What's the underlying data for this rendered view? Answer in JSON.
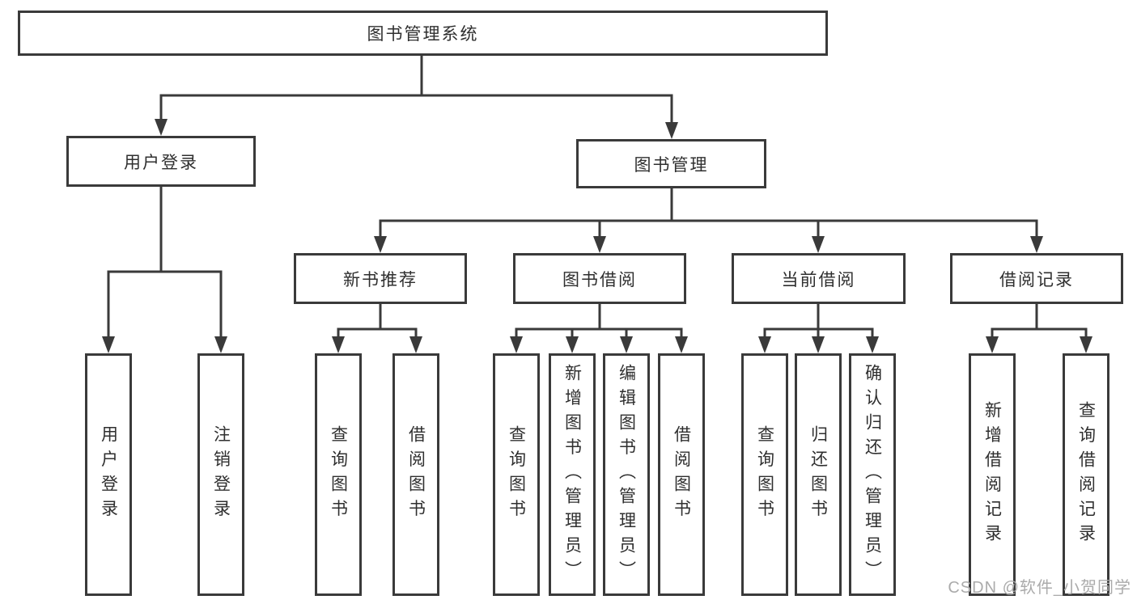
{
  "nodes": {
    "root": {
      "label": "图书管理系统"
    },
    "user_login": {
      "label": "用户登录"
    },
    "book_mgmt": {
      "label": "图书管理"
    },
    "new_book_rec": {
      "label": "新书推荐"
    },
    "book_borrow": {
      "label": "图书借阅"
    },
    "current_borrow": {
      "label": "当前借阅"
    },
    "borrow_record": {
      "label": "借阅记录"
    },
    "leaf_login": {
      "label": "用户登录"
    },
    "leaf_logout": {
      "label": "注销登录"
    },
    "leaf_rec_query": {
      "label": "查询图书"
    },
    "leaf_rec_borrow": {
      "label": "借阅图书"
    },
    "leaf_bb_query": {
      "label": "查询图书"
    },
    "leaf_bb_add": {
      "label": "新增图书（管理员）"
    },
    "leaf_bb_edit": {
      "label": "编辑图书（管理员）"
    },
    "leaf_bb_borrow": {
      "label": "借阅图书"
    },
    "leaf_cb_query": {
      "label": "查询图书"
    },
    "leaf_cb_return": {
      "label": "归还图书"
    },
    "leaf_cb_confirm": {
      "label": "确认归还（管理员）"
    },
    "leaf_br_add": {
      "label": "新增借阅记录"
    },
    "leaf_br_query": {
      "label": "查询借阅记录"
    }
  },
  "watermark": {
    "text": "CSDN @软件_小贺同学"
  },
  "colors": {
    "line": "#3a3a3a",
    "text": "#2f2f2f",
    "background": "#ffffff",
    "watermark": "#ababab"
  }
}
